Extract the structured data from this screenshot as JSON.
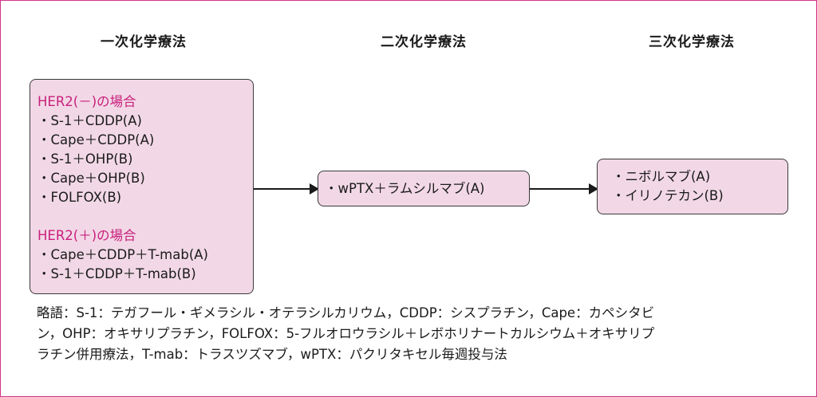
{
  "stages": {
    "first": "一次化学療法",
    "second": "二次化学療法",
    "third": "三次化学療法"
  },
  "first_box": {
    "her2_neg_heading": "HER2(－)の場合",
    "her2_neg_items": [
      "S-1＋CDDP(A)",
      "Cape＋CDDP(A)",
      "S-1＋OHP(B)",
      "Cape＋OHP(B)",
      "FOLFOX(B)"
    ],
    "her2_pos_heading": "HER2(＋)の場合",
    "her2_pos_items": [
      "Cape＋CDDP＋T-mab(A)",
      "S-1＋CDDP＋T-mab(B)"
    ]
  },
  "second_box": {
    "items": [
      "wPTX＋ラムシルマブ(A)"
    ]
  },
  "third_box": {
    "items": [
      "ニボルマブ(A)",
      "イリノテカン(B)"
    ]
  },
  "abbreviations": [
    "略語：S-1：テガフール・ギメラシル・オテラシルカリウム，CDDP：シスプラチン，Cape：カペシタビ",
    "ン，OHP：オキサリプラチン，FOLFOX：5-フルオロウラシル＋レボホリナートカルシウム＋オキサリプ",
    "ラチン併用療法，T-mab：トラスツズマブ，wPTX：パクリタキセル毎週投与法"
  ]
}
